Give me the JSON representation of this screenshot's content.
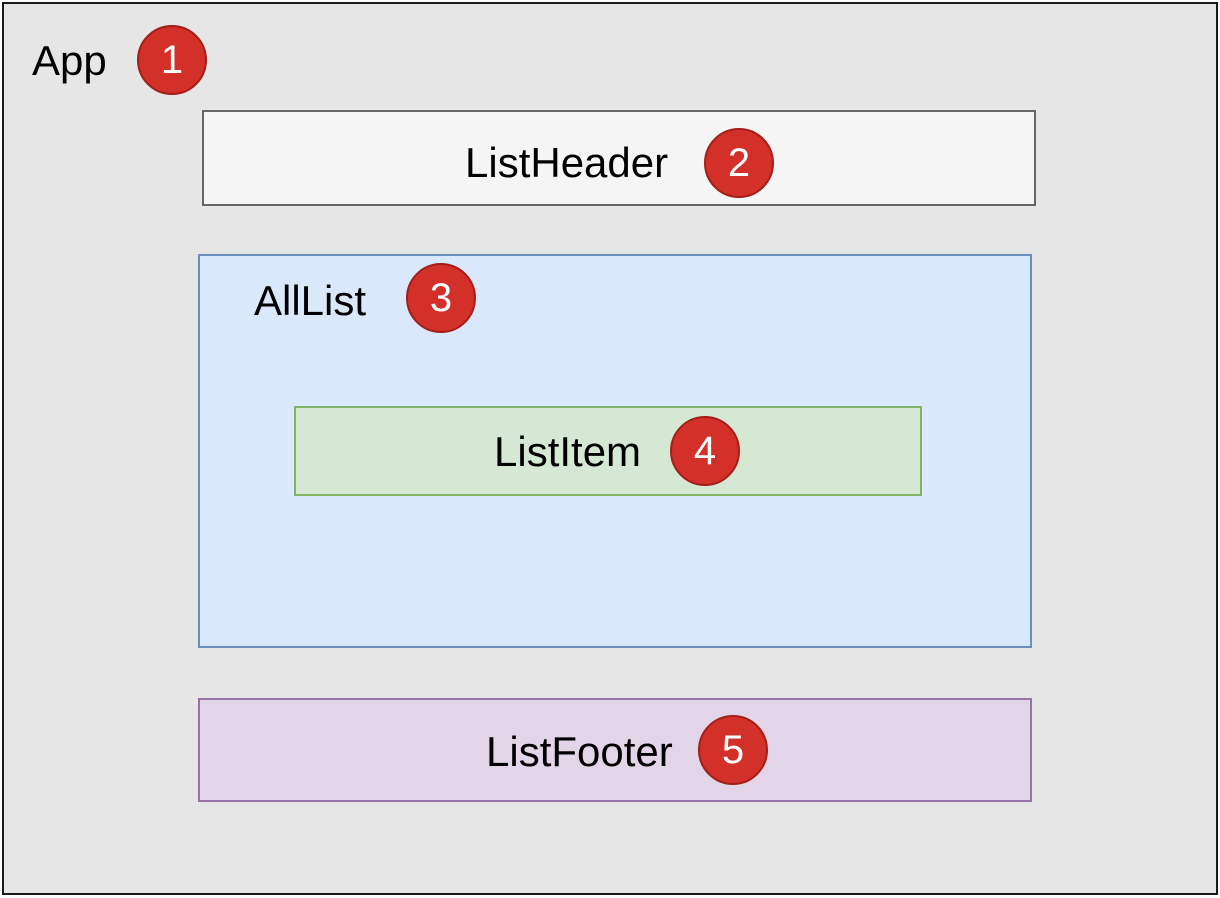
{
  "components": {
    "app": {
      "label": "App",
      "number": "1"
    },
    "list_header": {
      "label": "ListHeader",
      "number": "2"
    },
    "all_list": {
      "label": "AllList",
      "number": "3"
    },
    "list_item": {
      "label": "ListItem",
      "number": "4"
    },
    "list_footer": {
      "label": "ListFooter",
      "number": "5"
    }
  },
  "colors": {
    "app_fill": "#e6e6e6",
    "header_fill": "#f5f5f5",
    "alllist_fill": "#dae8fc",
    "item_fill": "#d5e8d4",
    "footer_fill": "#e1d5e7",
    "badge_fill": "#d3302a"
  }
}
